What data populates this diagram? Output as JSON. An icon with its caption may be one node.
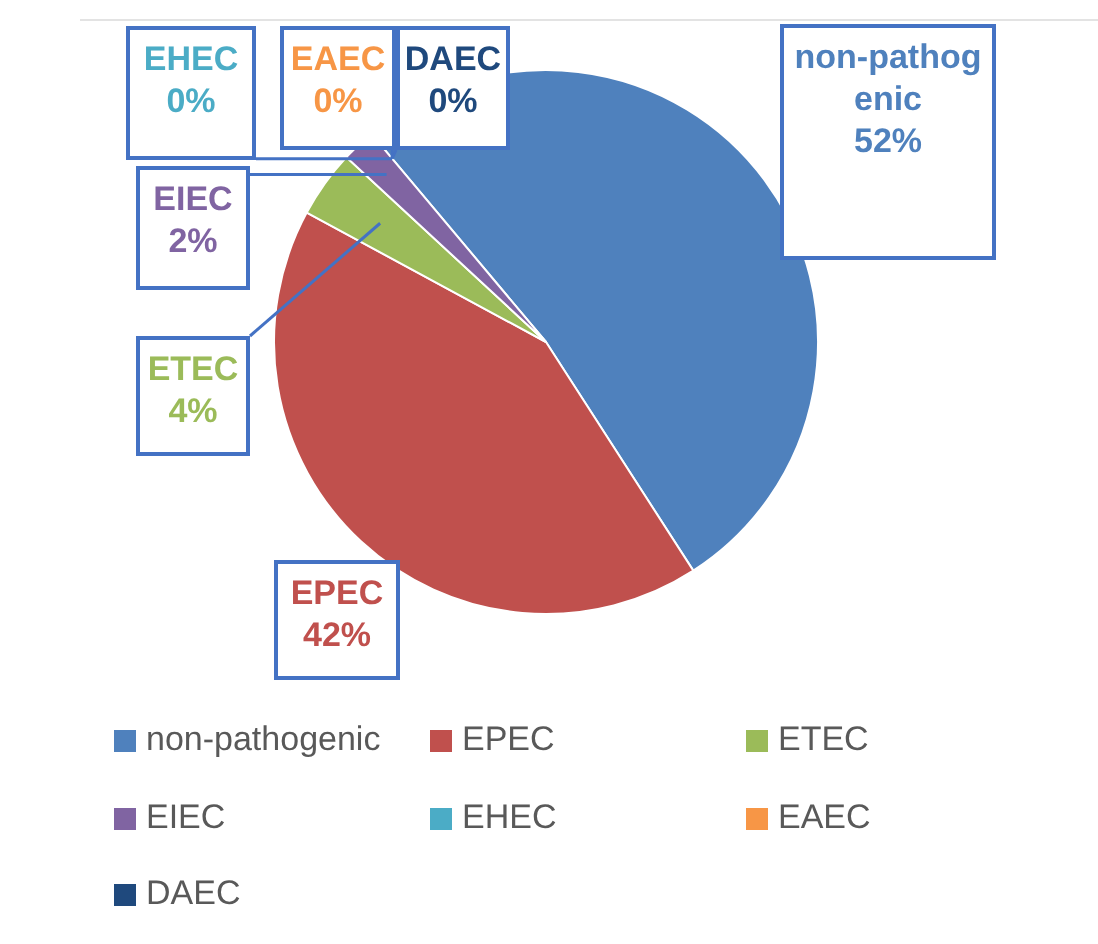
{
  "diagram": {
    "chart_data": {
      "type": "pie",
      "categories": [
        "non-pathogenic",
        "EPEC",
        "ETEC",
        "EIEC",
        "EHEC",
        "EAEC",
        "DAEC"
      ],
      "values": [
        52,
        42,
        4,
        2,
        0,
        0,
        0
      ],
      "value_labels": [
        "52%",
        "42%",
        "4%",
        "2%",
        "0%",
        "0%",
        "0%"
      ],
      "data_labels": true
    },
    "legend": [
      {
        "text": "non-pathogenic",
        "color": "#4f81bd"
      },
      {
        "text": "EPEC",
        "color": "#c0504d"
      },
      {
        "text": "ETEC",
        "color": "#9bbb59"
      },
      {
        "text": "EIEC",
        "color": "#8064a2"
      },
      {
        "text": "EHEC",
        "color": "#4bacc6"
      },
      {
        "text": "EAEC",
        "color": "#f79646"
      },
      {
        "text": "DAEC",
        "color": "#1f497d"
      }
    ]
  }
}
